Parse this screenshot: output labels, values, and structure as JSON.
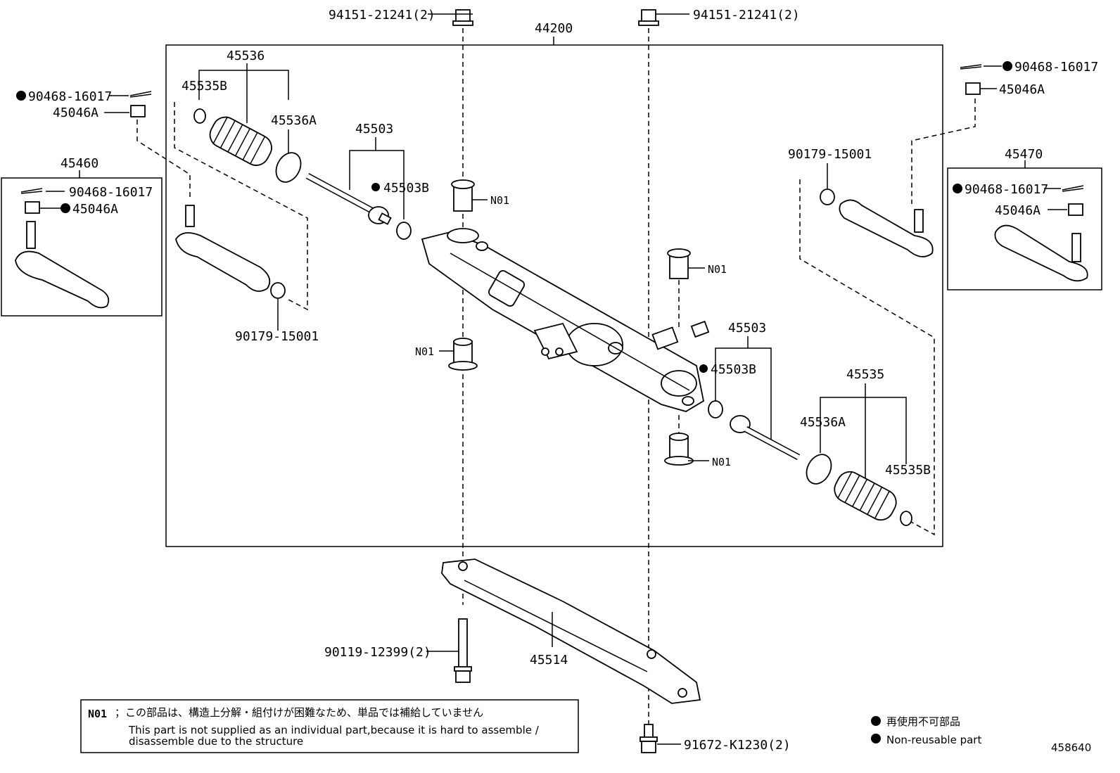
{
  "labels": {
    "assembly": "44200",
    "bolt_top_left": "94151-21241(2)",
    "bolt_top_right": "94151-21241(2)",
    "boot_kit_left": "45536",
    "clamp_left": "45535B",
    "band_left": "45536A",
    "tie_rod_left": "45503",
    "washer_left": "45503B",
    "n01": "N01",
    "cotter_left_outer": "90468-16017",
    "nut_left_outer": "45046A",
    "end_left": "45460",
    "cotter_left_box": "90468-16017",
    "nut_left_box": "45046A",
    "locknut_left": "90179-15001",
    "cotter_right_outer": "90468-16017",
    "nut_right_outer": "45046A",
    "locknut_right": "90179-15001",
    "end_right": "45470",
    "cotter_right_box": "90468-16017",
    "nut_right_box": "45046A",
    "tie_rod_right": "45503",
    "washer_right": "45503B",
    "boot_kit_right": "45535",
    "band_right": "45536A",
    "clamp_right": "45535B",
    "bracket": "45514",
    "bolt_bottom_left": "90119-12399(2)",
    "bolt_bottom_right": "91672-K1230(2)"
  },
  "note": {
    "code": "N01",
    "jp": "；この部品は、構造上分解・組付けが困難なため、単品では補給していません",
    "en1": "This part is not supplied as an individual part,because it is hard to assemble /",
    "en2": "disassemble due to the structure"
  },
  "legend": {
    "jp": "再使用不可部品",
    "en": "Non-reusable part"
  },
  "diagram_id": "458640"
}
